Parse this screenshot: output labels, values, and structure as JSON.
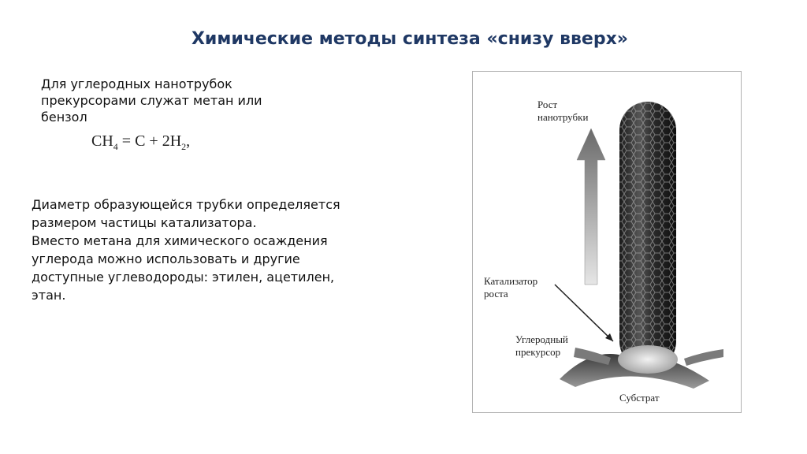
{
  "title": "Химические методы синтеза «снизу вверх»",
  "intro": "Для углеродных нанотрубок прекурсорами служат метан или бензол",
  "formula": {
    "lhs_base": "CH",
    "lhs_sub": "4",
    "middle": " = C + 2H",
    "rhs_sub": "2",
    "end": ","
  },
  "body": {
    "p1": "Диаметр образующейся трубки определяется размером частицы катализатора.",
    "p2": "Вместо метана для химического осаждения углерода можно использовать и другие доступные углеводороды: этилен, ацетилен, этан."
  },
  "figure": {
    "growth_label": [
      "Рост",
      "нанотрубки"
    ],
    "catalyst_label": [
      "Катализатор",
      "роста"
    ],
    "precursor_label": [
      "Углеродный",
      "прекурсор"
    ],
    "substrate_label": "Субстрат"
  }
}
